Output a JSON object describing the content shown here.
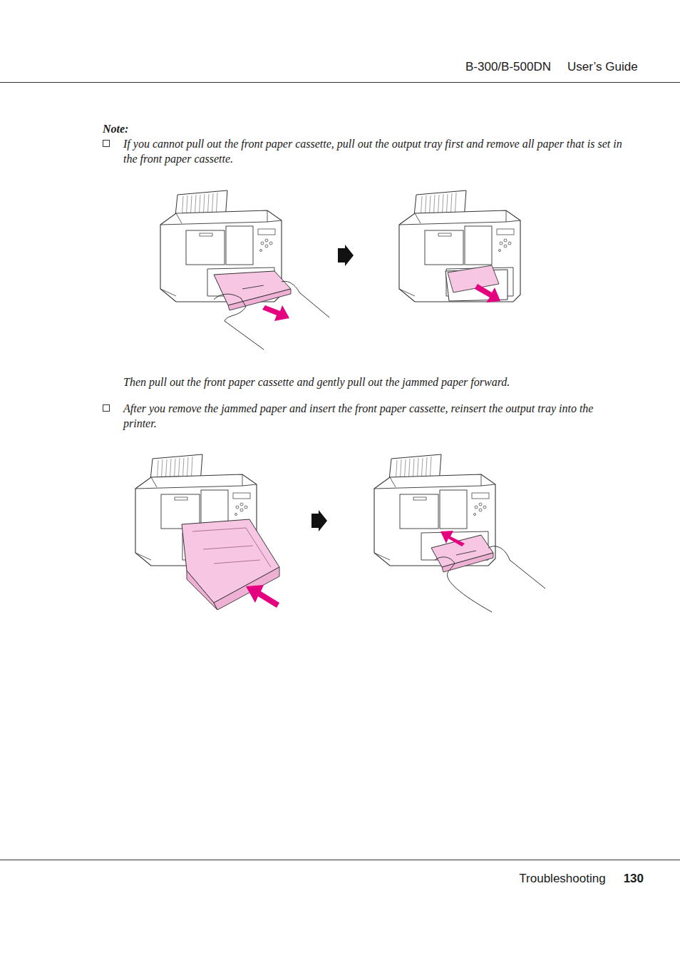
{
  "diagram": {
    "labels": [
      "B-300/B-500DN",
      "User’s Guide",
      "Note:",
      "If you cannot pull out the front paper cassette, pull out the output tray first and remove all paper that is set in the front paper cassette.",
      "Then pull out the front paper cassette and gently pull out the jammed paper forward.",
      "After you remove the jammed paper and insert the front paper cassette, reinsert the output tray into the printer.",
      "Troubleshooting",
      "130"
    ]
  }
}
